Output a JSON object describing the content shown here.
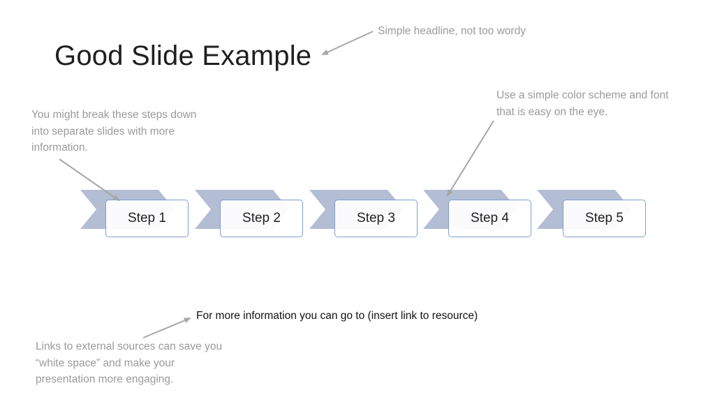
{
  "slide": {
    "title": "Good Slide Example",
    "notes": {
      "headline": "Simple headline, not too wordy",
      "steps": "You might break these steps down into separate slides with more information.",
      "color": "Use a simple color scheme and font that is easy on the eye.",
      "links": "Links to external sources can save you “white space” and make your presentation more engaging."
    },
    "link_text": "For more information you can go to (insert link to resource)",
    "steps": [
      "Step 1",
      "Step 2",
      "Step 3",
      "Step 4",
      "Step 5"
    ],
    "colors": {
      "chevron": "#b3bdd4",
      "box_border": "#7e9fcf",
      "note_text": "#9a9a9a",
      "arrow": "#a6a6a6"
    }
  }
}
